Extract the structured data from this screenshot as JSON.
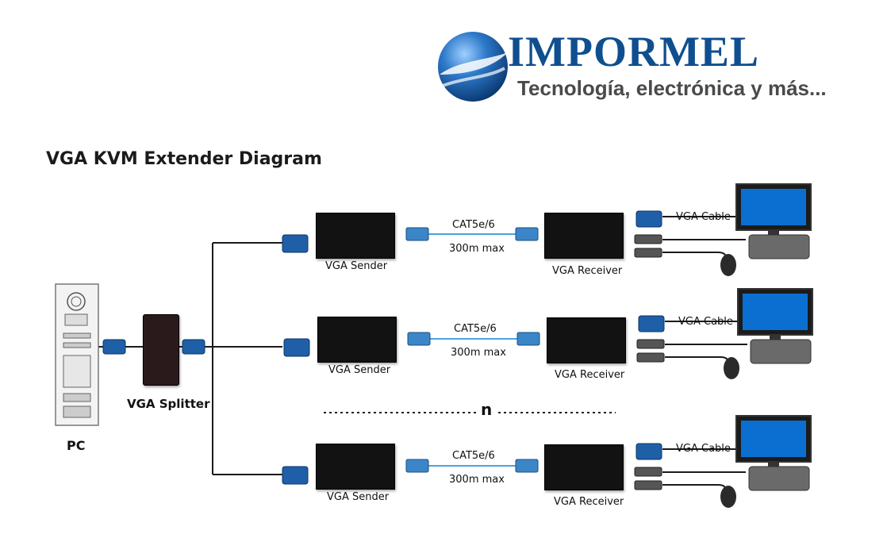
{
  "logo": {
    "brand": "IMPORMEL",
    "tagline": "Tecnología, electrónica y más...",
    "icon": "globe-swoosh-icon"
  },
  "title": "VGA KVM Extender Diagram",
  "pc": {
    "label": "PC"
  },
  "splitter": {
    "label": "VGA Splitter"
  },
  "rows": [
    {
      "sender": "VGA Sender",
      "receiver": "VGA Receiver",
      "cable": "CAT5e/6",
      "distance": "300m max",
      "vga_cable": "VGA Cable"
    },
    {
      "sender": "VGA Sender",
      "receiver": "VGA Receiver",
      "cable": "CAT5e/6",
      "distance": "300m max",
      "vga_cable": "VGA Cable"
    },
    {
      "sender": "VGA Sender",
      "receiver": "VGA Receiver",
      "cable": "CAT5e/6",
      "distance": "300m max",
      "vga_cable": "VGA Cable"
    }
  ],
  "ellipsis": {
    "label": "n"
  },
  "colors": {
    "brand_blue": "#0f4f8f",
    "vga_blue": "#1f5fa8",
    "cat_blue": "#4aa3df",
    "box": "#121212"
  }
}
